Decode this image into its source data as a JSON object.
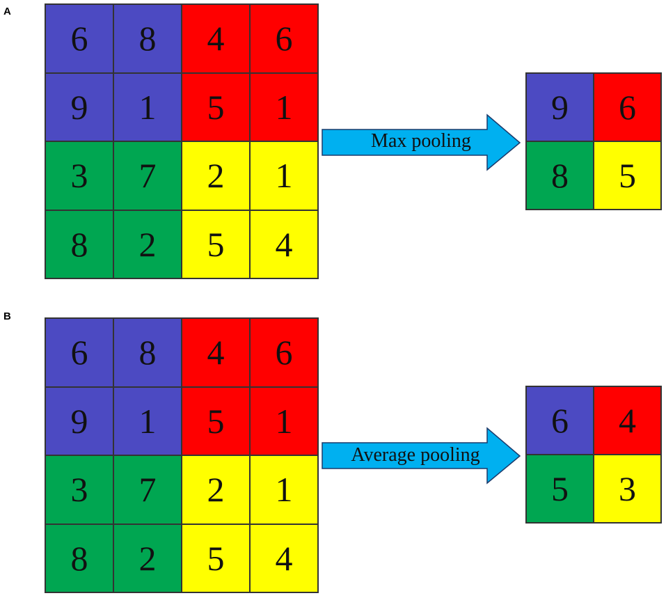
{
  "colors": {
    "blue": "#4c4ac2",
    "red": "#ff0000",
    "green": "#00a651",
    "yellow": "#ffff00",
    "arrow_fill": "#00b0f0"
  },
  "panels": [
    {
      "label": "A",
      "input": {
        "values": [
          [
            "6",
            "8",
            "4",
            "6"
          ],
          [
            "9",
            "1",
            "5",
            "1"
          ],
          [
            "3",
            "7",
            "2",
            "1"
          ],
          [
            "8",
            "2",
            "5",
            "4"
          ]
        ],
        "colors": [
          [
            "blue",
            "blue",
            "red",
            "red"
          ],
          [
            "blue",
            "blue",
            "red",
            "red"
          ],
          [
            "green",
            "green",
            "yellow",
            "yellow"
          ],
          [
            "green",
            "green",
            "yellow",
            "yellow"
          ]
        ]
      },
      "arrow_label": "Max pooling",
      "output": {
        "values": [
          [
            "9",
            "6"
          ],
          [
            "8",
            "5"
          ]
        ],
        "colors": [
          [
            "blue",
            "red"
          ],
          [
            "green",
            "yellow"
          ]
        ]
      }
    },
    {
      "label": "B",
      "input": {
        "values": [
          [
            "6",
            "8",
            "4",
            "6"
          ],
          [
            "9",
            "1",
            "5",
            "1"
          ],
          [
            "3",
            "7",
            "2",
            "1"
          ],
          [
            "8",
            "2",
            "5",
            "4"
          ]
        ],
        "colors": [
          [
            "blue",
            "blue",
            "red",
            "red"
          ],
          [
            "blue",
            "blue",
            "red",
            "red"
          ],
          [
            "green",
            "green",
            "yellow",
            "yellow"
          ],
          [
            "green",
            "green",
            "yellow",
            "yellow"
          ]
        ]
      },
      "arrow_label": "Average pooling",
      "output": {
        "values": [
          [
            "6",
            "4"
          ],
          [
            "5",
            "3"
          ]
        ],
        "colors": [
          [
            "blue",
            "red"
          ],
          [
            "green",
            "yellow"
          ]
        ]
      }
    }
  ]
}
